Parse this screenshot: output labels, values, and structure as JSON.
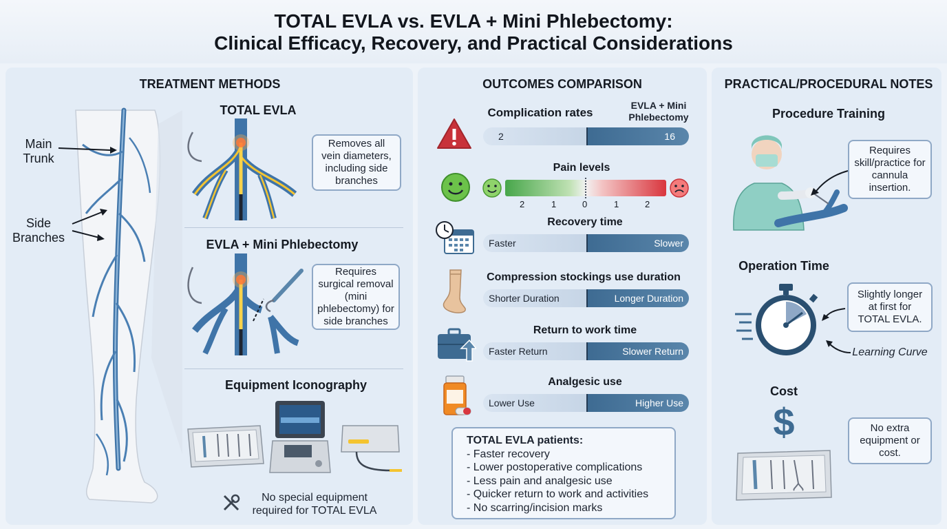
{
  "header": {
    "title_line1": "TOTAL EVLA vs. EVLA + Mini Phlebectomy:",
    "title_line2": "Clinical Efficacy, Recovery, and Practical Considerations"
  },
  "treatment": {
    "heading": "TREATMENT METHODS",
    "leg_labels": {
      "main_trunk": "Main\nTrunk",
      "side_branches": "Side\nBranches"
    },
    "total_evla": {
      "title": "TOTAL EVLA",
      "note": "Removes all vein diameters, including side branches"
    },
    "evla_mini": {
      "title": "EVLA + Mini Phlebectomy",
      "note": "Requires surgical removal (mini phlebectomy) for side branches"
    },
    "equipment": {
      "title": "Equipment Iconography",
      "note_line1": "No special equipment",
      "note_line2": "required for TOTAL EVLA"
    }
  },
  "outcomes": {
    "heading": "OUTCOMES COMPARISON",
    "legend_right": "EVLA + Mini\nPhlebectomy",
    "complication": {
      "label": "Complication rates",
      "left_value": "2",
      "right_value": "16"
    },
    "pain": {
      "label": "Pain levels",
      "ticks": [
        "2",
        "1",
        "0",
        "1",
        "2"
      ]
    },
    "recovery": {
      "label": "Recovery time",
      "left": "Faster",
      "right": "Slower"
    },
    "compression": {
      "label": "Compression stockings use duration",
      "left": "Shorter Duration",
      "right": "Longer Duration"
    },
    "return_work": {
      "label": "Return to work time",
      "left": "Faster Return",
      "right": "Slower Return"
    },
    "analgesic": {
      "label": "Analgesic use",
      "left": "Lower Use",
      "right": "Higher Use"
    },
    "summary": {
      "title": "TOTAL EVLA patients:",
      "items": [
        "- Faster recovery",
        "- Lower postoperative complications",
        "- Less pain and analgesic use",
        "- Quicker return to work and activities",
        "- No scarring/incision marks"
      ]
    }
  },
  "practical": {
    "heading": "PRACTICAL/PROCEDURAL NOTES",
    "training": {
      "title": "Procedure Training",
      "note": "Requires skill/practice for cannula insertion."
    },
    "operation": {
      "title": "Operation Time",
      "note": "Slightly longer at first for TOTAL EVLA.",
      "curve": "Learning Curve"
    },
    "cost": {
      "title": "Cost",
      "symbol": "$",
      "note": "No extra equipment or cost."
    }
  },
  "colors": {
    "vein_blue": "#3f74a8",
    "accent_navy": "#3e6b92",
    "warning_red": "#c8323a",
    "smile_green": "#5cb84c",
    "laser_yellow": "#f4c430"
  }
}
